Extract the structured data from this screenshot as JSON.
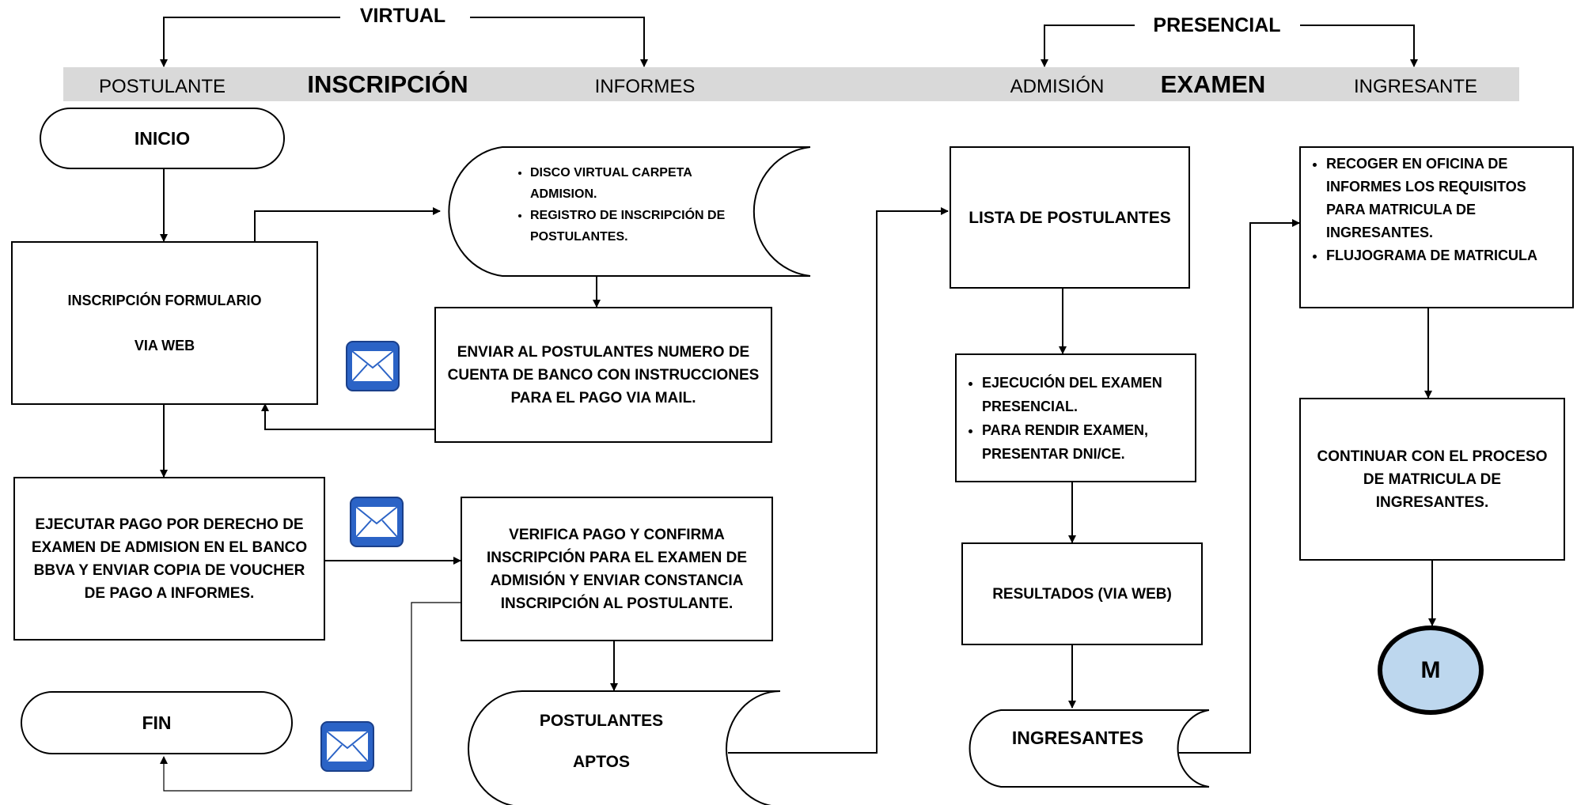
{
  "header": {
    "virtual": "VIRTUAL",
    "presencial": "PRESENCIAL"
  },
  "band": {
    "postulante": "POSTULANTE",
    "inscripcion": "INSCRIPCIÓN",
    "informes": "INFORMES",
    "admision": "ADMISIÓN",
    "examen": "EXAMEN",
    "ingresante": "INGRESANTE"
  },
  "nodes": {
    "inicio": "INICIO",
    "form_line1": "INSCRIPCIÓN FORMULARIO",
    "form_line2": "VIA WEB",
    "disco_items": [
      "DISCO VIRTUAL CARPETA ADMISION.",
      "REGISTRO DE INSCRIPCIÓN DE POSTULANTES."
    ],
    "enviar": "ENVIAR AL POSTULANTES NUMERO DE CUENTA DE BANCO CON INSTRUCCIONES PARA EL PAGO VIA MAIL.",
    "ejecutar_pago": "EJECUTAR PAGO POR DERECHO DE EXAMEN DE ADMISION EN EL BANCO BBVA Y ENVIAR COPIA DE VOUCHER DE PAGO A INFORMES.",
    "verifica": "VERIFICA PAGO Y CONFIRMA INSCRIPCIÓN PARA EL EXAMEN DE ADMISIÓN Y ENVIAR CONSTANCIA INSCRIPCIÓN AL POSTULANTE.",
    "fin": "FIN",
    "aptos_line1": "POSTULANTES",
    "aptos_line2": "APTOS",
    "lista": "LISTA DE POSTULANTES",
    "ejecucion_items": [
      "EJECUCIÓN DEL EXAMEN PRESENCIAL.",
      "PARA RENDIR EXAMEN, PRESENTAR DNI/CE."
    ],
    "resultados": "RESULTADOS (VIA WEB)",
    "ingresantes": "INGRESANTES",
    "recoger_items": [
      "RECOGER EN OFICINA DE INFORMES LOS REQUISITOS PARA MATRICULA DE INGRESANTES.",
      "FLUJOGRAMA DE MATRICULA"
    ],
    "continuar": "CONTINUAR CON EL PROCESO DE MATRICULA DE INGRESANTES.",
    "m": "M"
  },
  "colors": {
    "band": "#d9d9d9",
    "connector_fill": "#bdd7ee",
    "mail_icon": "#2b63c6"
  }
}
